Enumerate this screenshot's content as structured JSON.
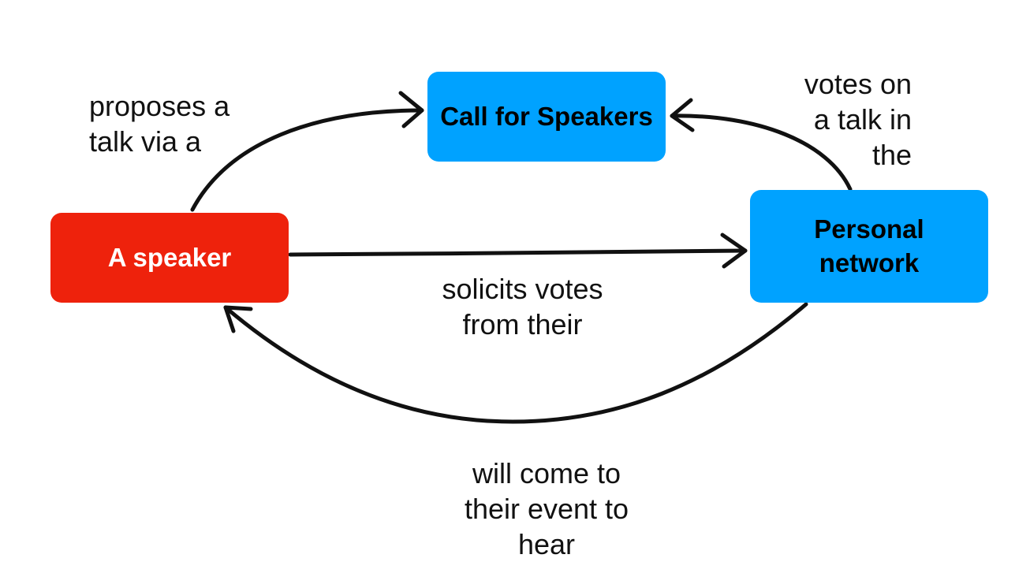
{
  "nodes": {
    "speaker": {
      "label": "A speaker",
      "color": "#ee220c",
      "text_color": "#ffffff"
    },
    "cfs": {
      "label": "Call for Speakers",
      "color": "#00a2ff",
      "text_color": "#000000"
    },
    "network": {
      "label": "Personal\nnetwork",
      "color": "#00a2ff",
      "text_color": "#000000"
    }
  },
  "edges": {
    "proposes": {
      "from": "A speaker",
      "to": "Call for Speakers",
      "label": "proposes a\ntalk via a"
    },
    "votes": {
      "from": "Personal network",
      "to": "Call for Speakers",
      "label": "votes on\na talk in\nthe"
    },
    "solicits": {
      "from": "A speaker",
      "to": "Personal network",
      "label": "solicits votes\nfrom their"
    },
    "will_come": {
      "from": "Personal network",
      "to": "A speaker",
      "label": "will come to\ntheir event to\nhear"
    }
  }
}
